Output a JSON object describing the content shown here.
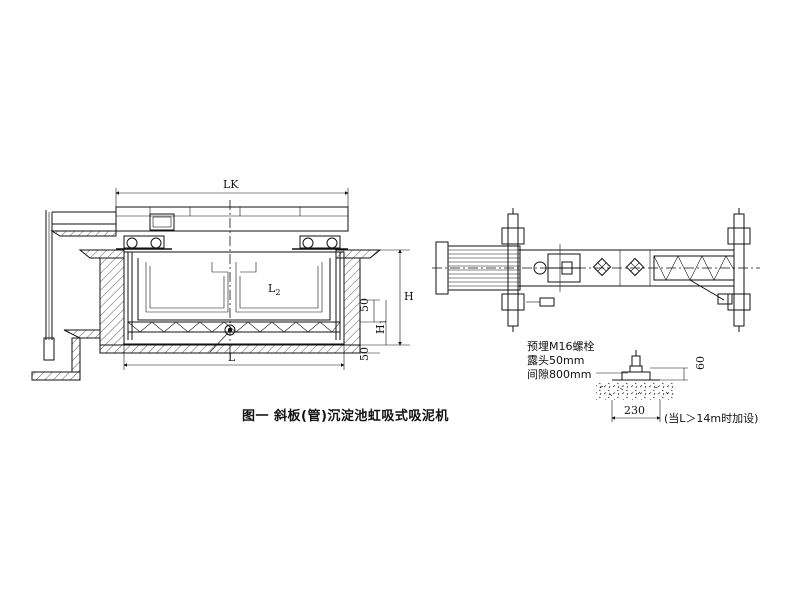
{
  "figure": {
    "caption": "图一    斜板(管)沉淀池虹吸式吸泥机"
  },
  "elevation": {
    "dim_overall": "LK",
    "dim_span": "L",
    "dim_inner": "L2",
    "dim_inner_base": "L",
    "dim_inner_sub": "2",
    "dim_gap_top": "50",
    "dim_gap_bottom": "50",
    "dim_height": "H",
    "dim_h1_base": "H",
    "dim_h1_sub": "1"
  },
  "detail": {
    "note_line1": "预埋M16螺栓",
    "note_line2": "露头50mm",
    "note_line3": "间隙800mm",
    "dim_width": "230",
    "dim_height": "60",
    "condition": "(当L＞14m时加设)"
  }
}
